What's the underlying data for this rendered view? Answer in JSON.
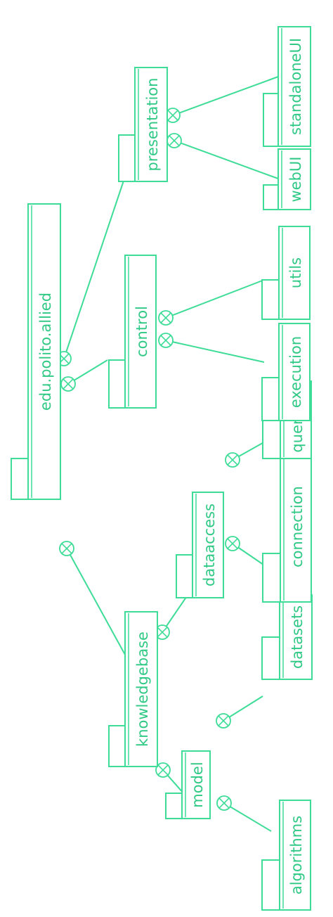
{
  "diagram": {
    "colors": {
      "line": "#3ddc97",
      "text": "#2fc985",
      "background": "#ffffff"
    },
    "packages": [
      {
        "id": "root",
        "label": "edu.polito.allied"
      },
      {
        "id": "knowledgebase",
        "label": "knowledgebase"
      },
      {
        "id": "control",
        "label": "control"
      },
      {
        "id": "presentation",
        "label": "presentation"
      },
      {
        "id": "model",
        "label": "model"
      },
      {
        "id": "dataaccess",
        "label": "dataaccess"
      },
      {
        "id": "algorithms",
        "label": "algorithms"
      },
      {
        "id": "datasets",
        "label": "datasets"
      },
      {
        "id": "connection",
        "label": "connection"
      },
      {
        "id": "querying",
        "label": "querying"
      },
      {
        "id": "execution",
        "label": "execution"
      },
      {
        "id": "utils",
        "label": "utils"
      },
      {
        "id": "webUI",
        "label": "webUI"
      },
      {
        "id": "standaloneUI",
        "label": "standaloneUI"
      }
    ],
    "nesting": [
      {
        "parent": "root",
        "child": "knowledgebase"
      },
      {
        "parent": "root",
        "child": "control"
      },
      {
        "parent": "root",
        "child": "presentation"
      },
      {
        "parent": "knowledgebase",
        "child": "model"
      },
      {
        "parent": "knowledgebase",
        "child": "dataaccess"
      },
      {
        "parent": "model",
        "child": "algorithms"
      },
      {
        "parent": "model",
        "child": "datasets"
      },
      {
        "parent": "dataaccess",
        "child": "connection"
      },
      {
        "parent": "dataaccess",
        "child": "querying"
      },
      {
        "parent": "control",
        "child": "execution"
      },
      {
        "parent": "control",
        "child": "utils"
      },
      {
        "parent": "presentation",
        "child": "webUI"
      },
      {
        "parent": "presentation",
        "child": "standaloneUI"
      }
    ]
  }
}
